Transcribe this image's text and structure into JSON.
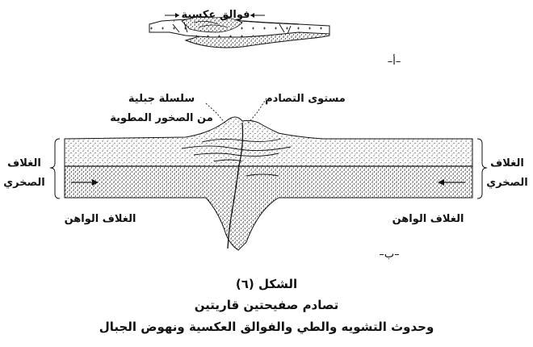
{
  "diagram": {
    "top_label": "فوالق عكسية",
    "part_a": "–أ–",
    "part_b": "–ب–",
    "mountain_label_line1": "سلسلة جبلية",
    "mountain_label_line2": "من الصخور المطوية",
    "collision_label": "مستوى التصادم",
    "lithosphere_left_line1": "الغلاف",
    "lithosphere_left_line2": "الصخري",
    "lithosphere_right_line1": "الغلاف",
    "lithosphere_right_line2": "الصخري",
    "asthenosphere_left": "الغلاف الواهن",
    "asthenosphere_right": "الغلاف الواهن"
  },
  "caption": {
    "title": "الشكل (٦)",
    "line1": "تصادم صفيحتين قاريتين",
    "line2": "وحدوث التشويه والطي والفوالق العكسية ونهوض الجبال"
  }
}
